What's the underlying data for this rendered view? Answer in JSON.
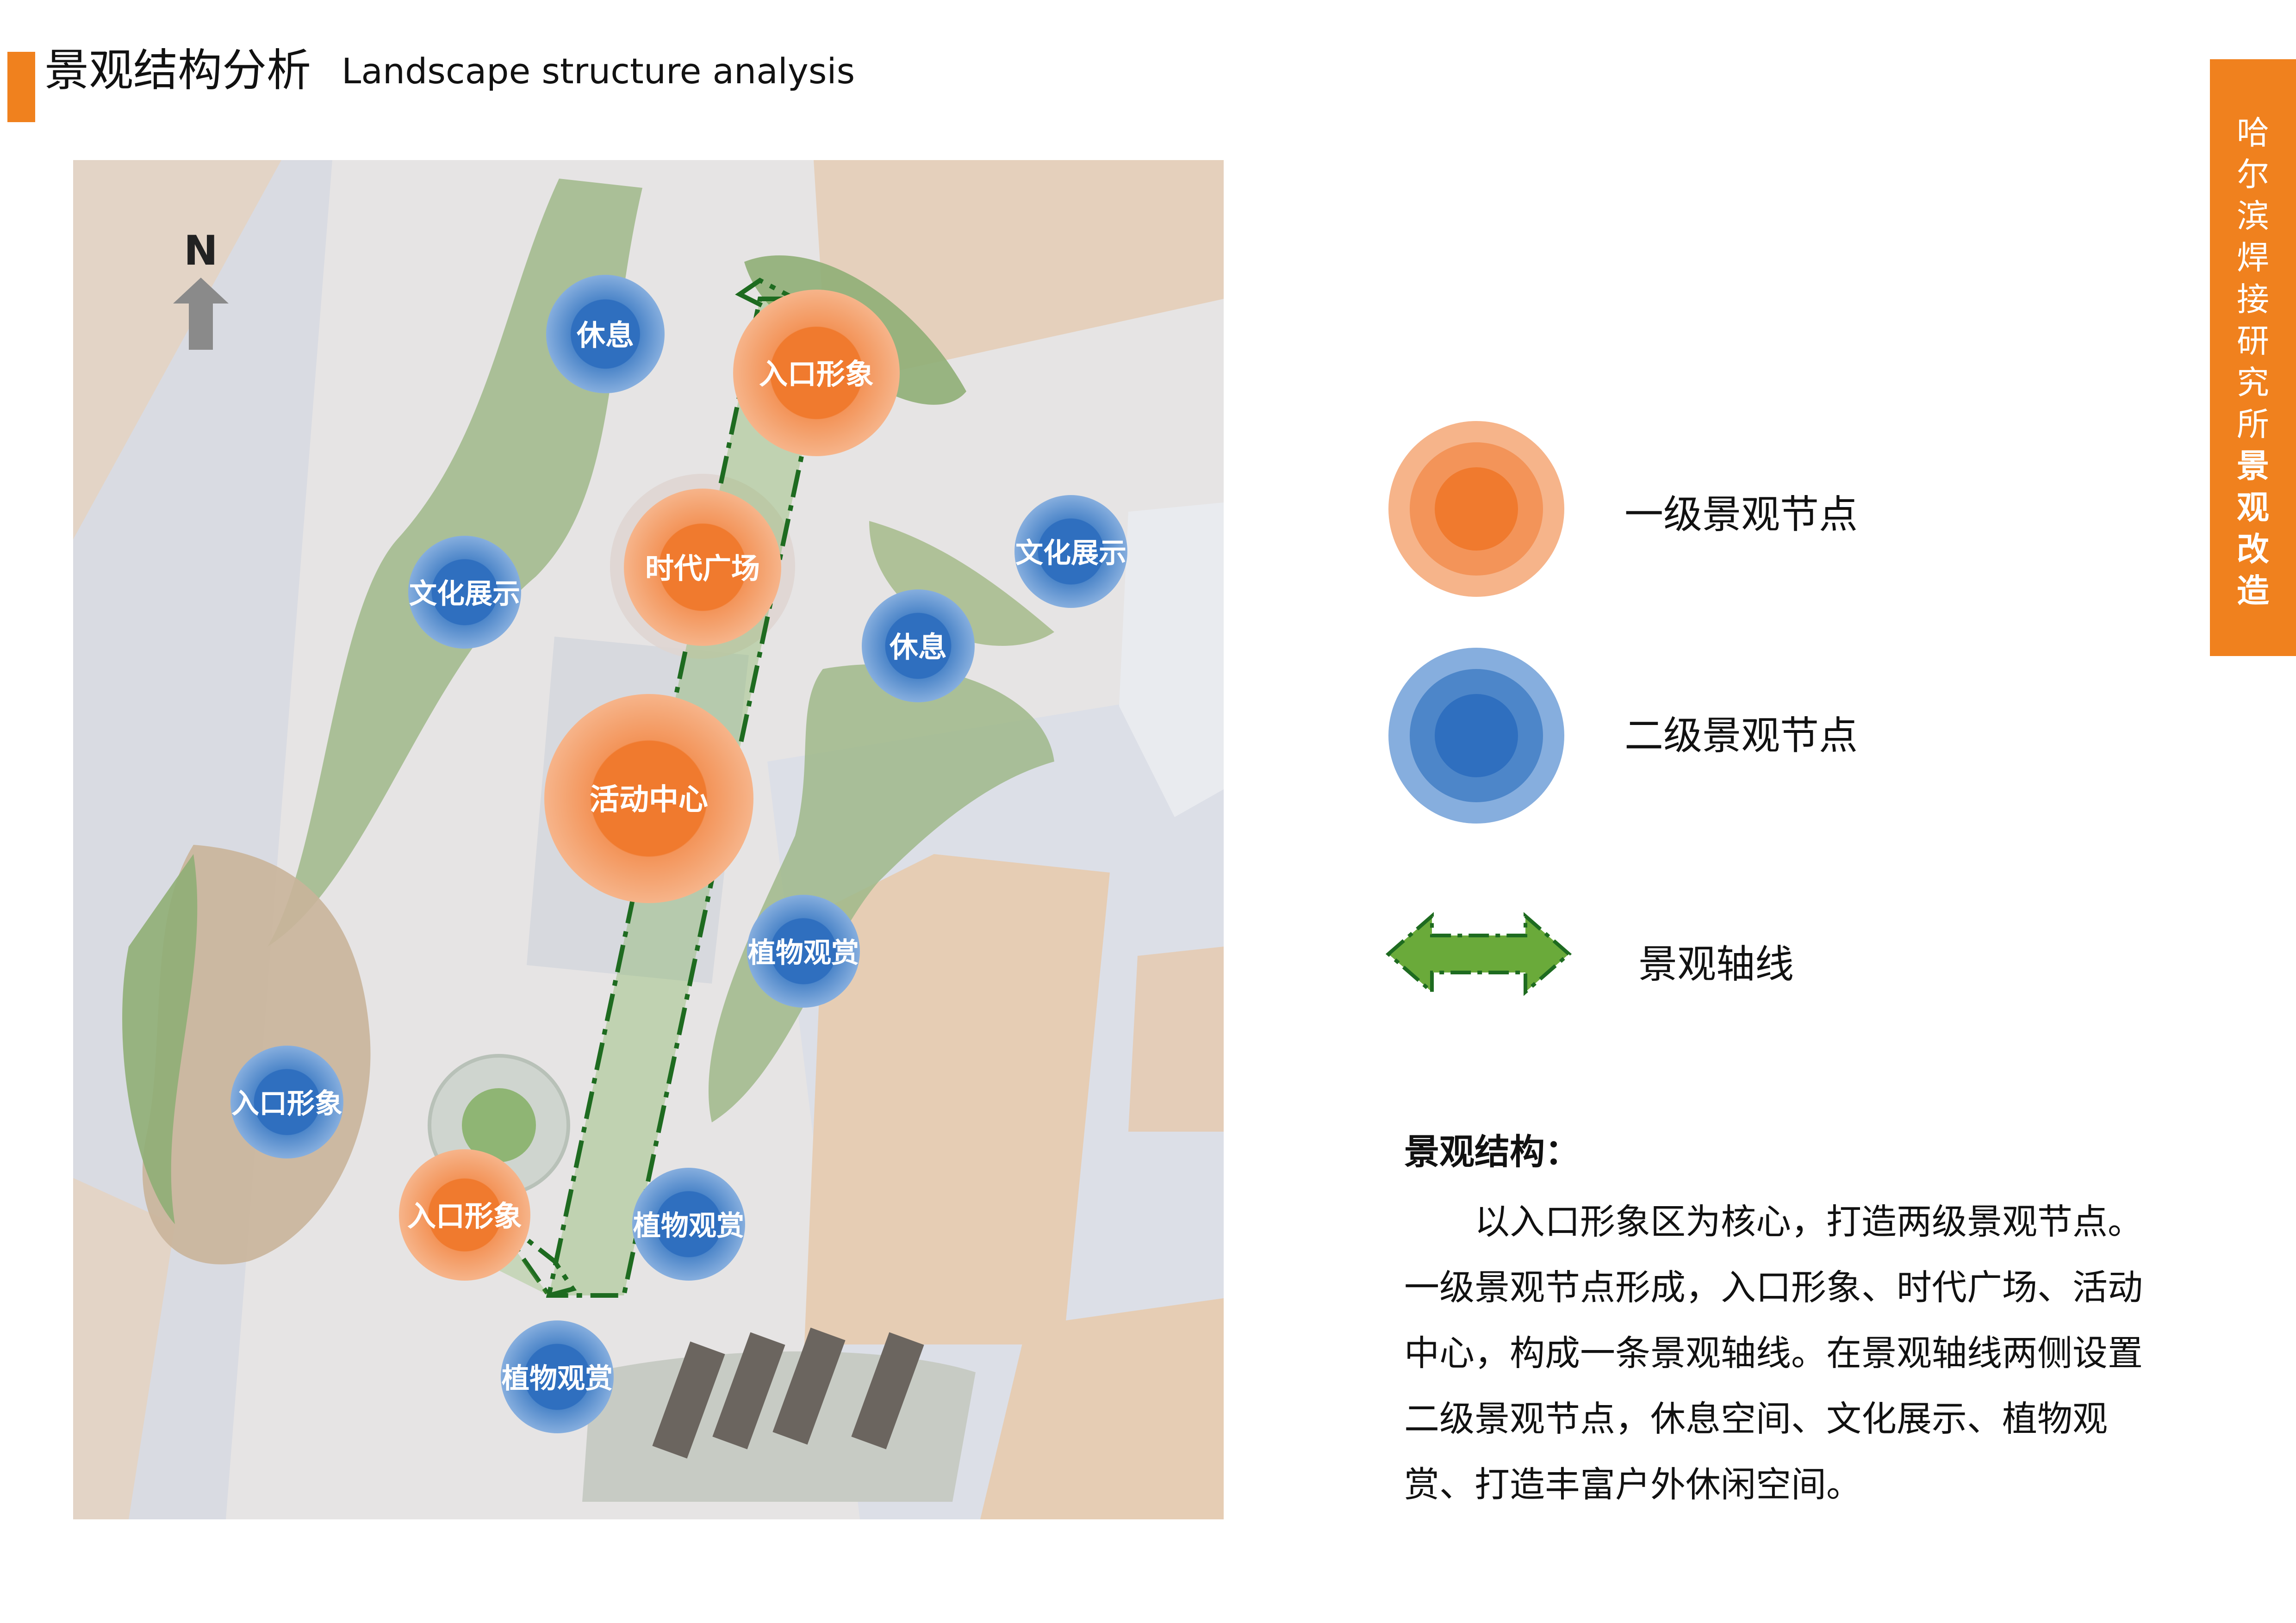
{
  "header": {
    "title_cn": "景观结构分析",
    "title_en": "Landscape structure analysis"
  },
  "side_tab": {
    "chars": [
      "哈",
      "尔",
      "滨",
      "焊",
      "接",
      "研",
      "究",
      "所",
      "景",
      "观",
      "改",
      "造"
    ],
    "bold_from_index": 8,
    "color": "#f0811e"
  },
  "plan": {
    "north_label": "N",
    "nodes": {
      "rest_1": "休息",
      "entrance_top": "入口形象",
      "era_plaza": "时代广场",
      "culture_left": "文化展示",
      "culture_right": "文化展示",
      "rest_2": "休息",
      "activity_center": "活动中心",
      "plants_1": "植物观赏",
      "entrance_left": "入口形象",
      "entrance_bottom": "入口形象",
      "plants_2": "植物观赏",
      "plants_3": "植物观赏"
    }
  },
  "legend": {
    "primary": "一级景观节点",
    "secondary": "二级景观节点",
    "axis": "景观轴线",
    "primary_color": "#f07a2e",
    "secondary_color": "#2f6fbf",
    "axis_color": "#6aaa3a"
  },
  "description": {
    "heading": "景观结构：",
    "body": "以入口形象区为核心，打造两级景观节点。一级景观节点形成，入口形象、时代广场、活动中心，构成一条景观轴线。在景观轴线两侧设置二级景观节点，休息空间、文化展示、植物观赏、打造丰富户外休闲空间。"
  }
}
